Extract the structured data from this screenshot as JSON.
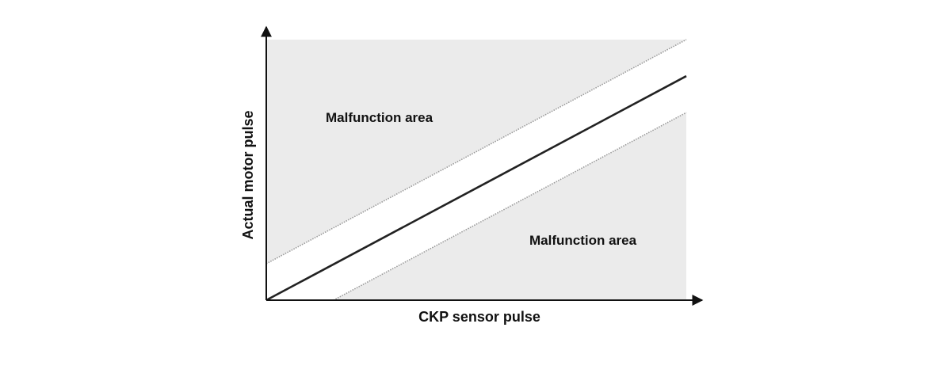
{
  "chart_data": {
    "type": "line",
    "title": "",
    "xlabel": "CKP sensor pulse",
    "ylabel": "Actual motor pulse",
    "xlim": [
      0,
      1
    ],
    "ylim": [
      0,
      1
    ],
    "grid": false,
    "legend": "none",
    "series": [
      {
        "role": "nominal",
        "style": "solid",
        "x": [
          0,
          1
        ],
        "y": [
          0,
          0.86
        ]
      },
      {
        "role": "upper-limit",
        "style": "dotted",
        "x": [
          0,
          1
        ],
        "y": [
          0.14,
          1.0
        ]
      },
      {
        "role": "lower-limit",
        "style": "dotted",
        "x": [
          0.16,
          1
        ],
        "y": [
          0,
          0.72
        ]
      }
    ],
    "annotations": [
      {
        "text": "Malfunction area",
        "region": "upper-left"
      },
      {
        "text": "Malfunction area",
        "region": "lower-right"
      }
    ],
    "colors": {
      "malfunction_fill": "#ebebeb",
      "normal_fill": "#ffffff",
      "nominal_line": "#222222",
      "limit_line": "#9a9a9a",
      "axis": "#111111"
    }
  }
}
